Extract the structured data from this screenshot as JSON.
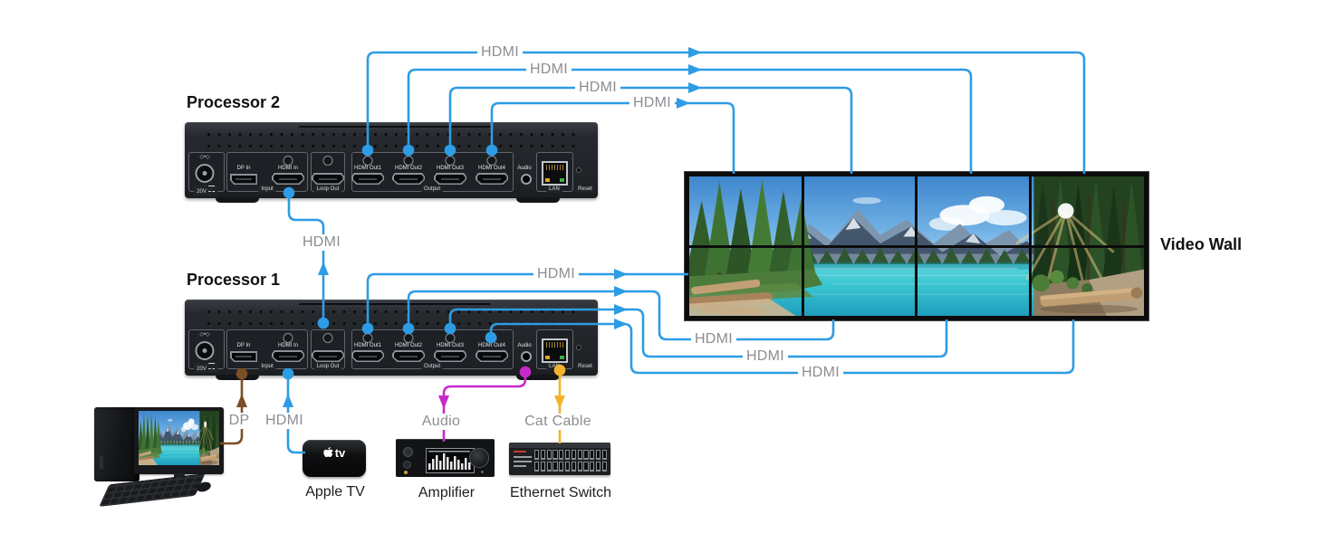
{
  "titles": {
    "processor2": "Processor 2",
    "processor1": "Processor 1",
    "video_wall": "Video Wall"
  },
  "video_wall": {
    "label": "Video Wall",
    "rows": 2,
    "columns": 4,
    "screens": 8
  },
  "cable_labels": {
    "hdmi": "HDMI",
    "dp": "DP",
    "audio": "Audio",
    "cat": "Cat Cable"
  },
  "device_labels": {
    "apple_tv": "Apple TV",
    "apple_logo_text": "tv",
    "amplifier": "Amplifier",
    "ethernet_switch": "Ethernet Switch"
  },
  "ports": {
    "power": "20V",
    "dp_in": "DP In",
    "hdmi_in": "HDMI In",
    "input": "Input",
    "loop_out": "Loop Out",
    "out1": "HDMI Out1",
    "out2": "HDMI Out2",
    "out3": "HDMI Out3",
    "out4": "HDMI Out4",
    "output": "Output",
    "audio": "Audio",
    "lan": "LAN",
    "reset": "Reset"
  },
  "colors": {
    "cable_blue": "#2d9ce5",
    "cable_brown": "#7c4e24",
    "cable_magenta": "#c72acb",
    "cable_yellow": "#f2b32f",
    "label_gray": "#8b8e92"
  },
  "connections": [
    {
      "from": "Processor 2 HDMI Out1",
      "to": "Video Wall top row screen 4",
      "label": "HDMI"
    },
    {
      "from": "Processor 2 HDMI Out2",
      "to": "Video Wall top row screen 3",
      "label": "HDMI"
    },
    {
      "from": "Processor 2 HDMI Out3",
      "to": "Video Wall top row screen 2",
      "label": "HDMI"
    },
    {
      "from": "Processor 2 HDMI Out4",
      "to": "Video Wall top row screen 1",
      "label": "HDMI"
    },
    {
      "from": "Processor 1 Loop Out",
      "to": "Processor 2 HDMI In",
      "label": "HDMI"
    },
    {
      "from": "Processor 1 HDMI Out1",
      "to": "Video Wall bottom row screen 1",
      "label": "HDMI"
    },
    {
      "from": "Processor 1 HDMI Out2",
      "to": "Video Wall bottom row screen 2",
      "label": "HDMI"
    },
    {
      "from": "Processor 1 HDMI Out3",
      "to": "Video Wall bottom row screen 3",
      "label": "HDMI"
    },
    {
      "from": "Processor 1 HDMI Out4",
      "to": "Video Wall bottom row screen 4",
      "label": "HDMI"
    },
    {
      "from": "PC",
      "to": "Processor 1 DP In",
      "label": "DP"
    },
    {
      "from": "Apple TV",
      "to": "Processor 1 HDMI In",
      "label": "HDMI"
    },
    {
      "from": "Processor 1 Audio",
      "to": "Amplifier",
      "label": "Audio"
    },
    {
      "from": "Processor 1 LAN",
      "to": "Ethernet Switch",
      "label": "Cat Cable"
    }
  ]
}
